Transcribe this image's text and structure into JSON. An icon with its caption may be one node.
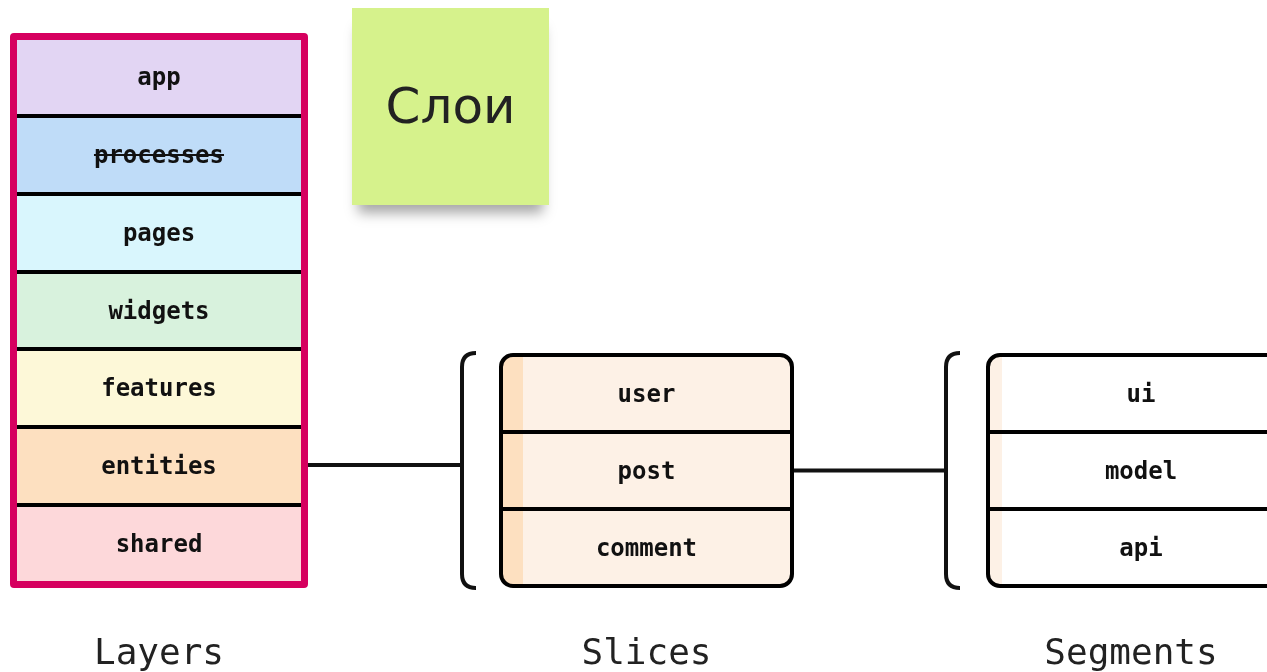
{
  "diagram": {
    "nodes": [
      {
        "text": [
          "Layers"
        ]
      },
      {
        "text": [
          "app"
        ],
        "in": 0
      },
      {
        "text": [
          "processes"
        ],
        "in": 0
      },
      {
        "text": [
          "pages"
        ],
        "in": 0
      },
      {
        "text": [
          "widgets"
        ],
        "in": 0
      },
      {
        "text": [
          "features"
        ],
        "in": 0
      },
      {
        "text": [
          "entities"
        ],
        "in": 0
      },
      {
        "text": [
          "shared"
        ],
        "in": 0
      },
      {
        "text": [
          "Слои"
        ]
      },
      {
        "text": [
          "Slices"
        ]
      },
      {
        "text": [
          "user"
        ],
        "in": 9
      },
      {
        "text": [
          "post"
        ],
        "in": 9
      },
      {
        "text": [
          "comment"
        ],
        "in": 9
      },
      {
        "text": [
          "Segments"
        ]
      },
      {
        "text": [
          "ui"
        ],
        "in": 13
      },
      {
        "text": [
          "model"
        ],
        "in": 13
      },
      {
        "text": [
          "api"
        ],
        "in": 13
      }
    ],
    "edges": [
      {
        "from": 6,
        "to": 9,
        "arrow": "none"
      },
      {
        "from": 11,
        "to": 13,
        "arrow": "none"
      }
    ]
  }
}
